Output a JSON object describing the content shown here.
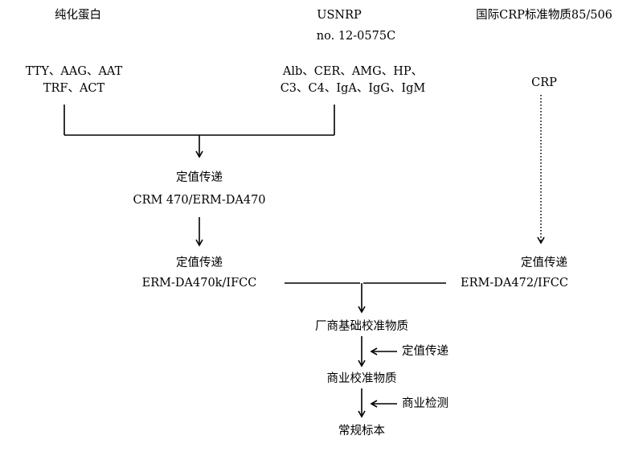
{
  "sources": {
    "purified_protein": {
      "heading": "纯化蛋白",
      "analytes_line1": "TTY、AAG、AAT",
      "analytes_line2": "TRF、ACT"
    },
    "usnrp": {
      "heading": "USNRP",
      "lot": "no. 12-0575C",
      "analytes_line1": "Alb、CER、AMG、HP、",
      "analytes_line2": "C3、C4、IgA、IgG、IgM"
    },
    "crp_standard": {
      "heading": "国际CRP标准物质85/506",
      "analyte": "CRP"
    }
  },
  "steps": {
    "transfer1_label": "定值传递",
    "crm470": "CRM 470/ERM-DA470",
    "transfer2_label": "定值传递",
    "da470k": "ERM-DA470k/IFCC",
    "transfer3_label": "定值传递",
    "da472": "ERM-DA472/IFCC",
    "manufacturer_base": "厂商基础校准物质",
    "side_transfer_label": "定值传递",
    "commercial_calibrator": "商业校准物质",
    "side_test_label": "商业检测",
    "routine_sample": "常规标本"
  }
}
